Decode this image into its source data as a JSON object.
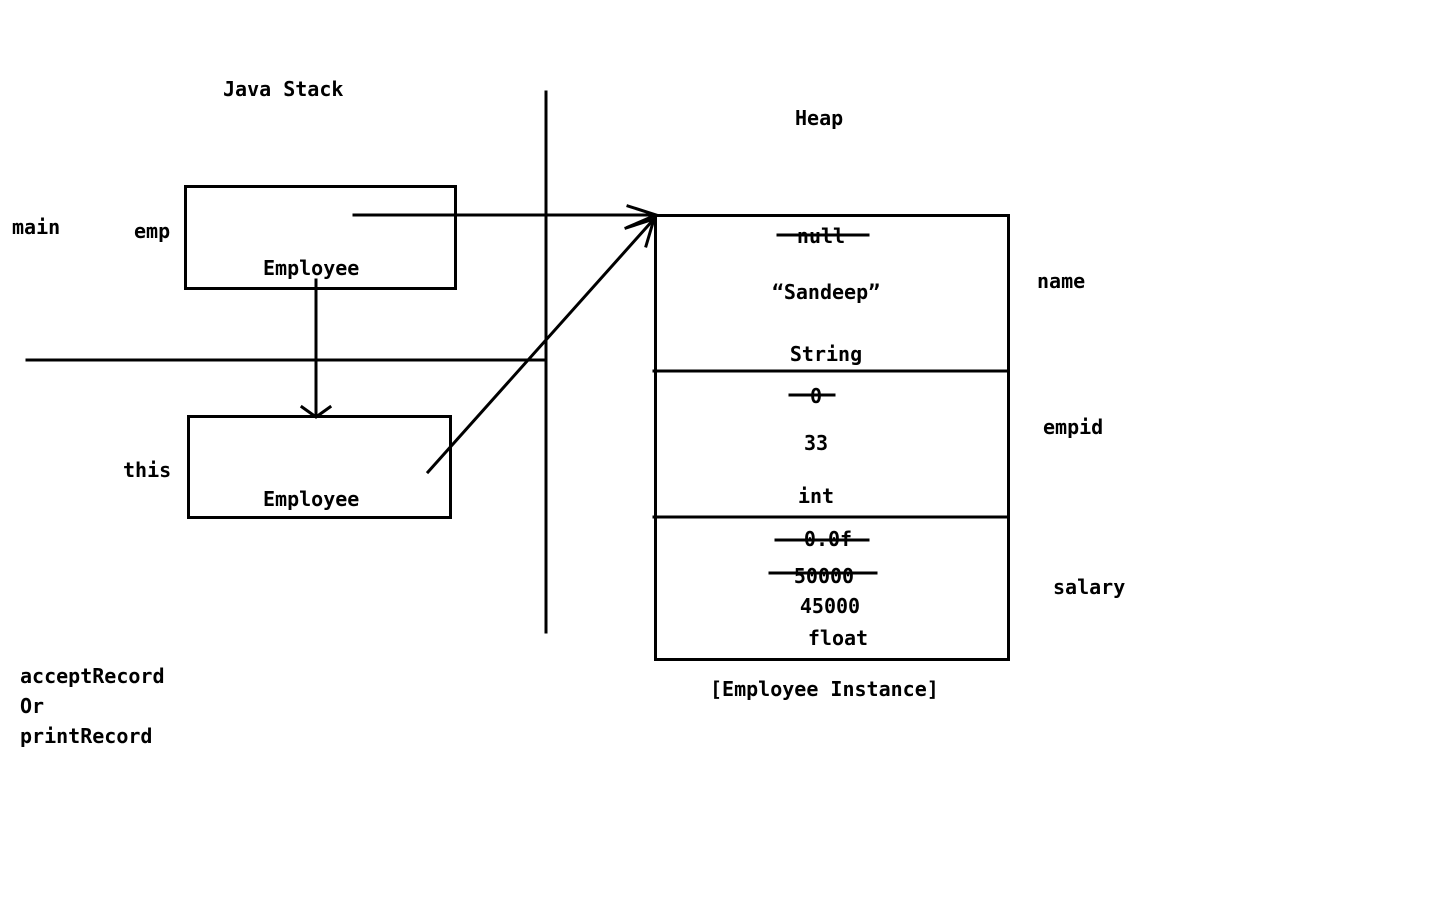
{
  "stack": {
    "title": "Java Stack",
    "frame_main": "main",
    "frame_method_lines": [
      "acceptRecord",
      "Or",
      "printRecord"
    ],
    "emp": {
      "var": "emp",
      "type": "Employee"
    },
    "this": {
      "var": "this",
      "type": "Employee"
    }
  },
  "heap": {
    "title": "Heap",
    "caption": "[Employee Instance]",
    "fields": {
      "name": {
        "label": "name",
        "old_value": "null",
        "value": "“Sandeep”",
        "type": "String"
      },
      "empid": {
        "label": "empid",
        "old_value": "0",
        "value": "33",
        "type": "int"
      },
      "salary": {
        "label": "salary",
        "old_values": [
          "0.0f",
          "50000"
        ],
        "value": "45000",
        "type": "float"
      }
    }
  }
}
